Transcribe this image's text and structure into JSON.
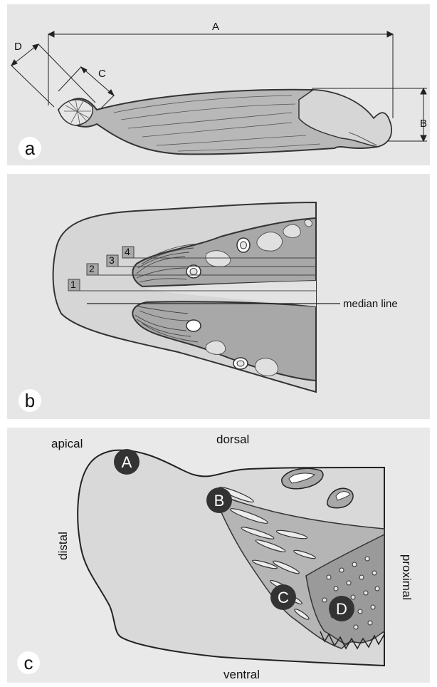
{
  "panel_a": {
    "panel_label": "a",
    "dimension_labels": {
      "A": "A",
      "B": "B",
      "C": "C",
      "D": "D"
    }
  },
  "panel_b": {
    "panel_label": "b",
    "section_labels": [
      "1",
      "2",
      "3",
      "4"
    ],
    "median_line_label": "median line"
  },
  "panel_c": {
    "panel_label": "c",
    "orientation": {
      "top": "dorsal",
      "bottom": "ventral",
      "left": "distal",
      "right": "proximal",
      "corner": "apical"
    },
    "zones": [
      "A",
      "B",
      "C",
      "D"
    ]
  },
  "colors": {
    "panel_background": "#e6e6e6",
    "tissue_light": "#d9d9d9",
    "tissue_mid": "#b5b5b5",
    "tissue_dark": "#9a9a9a",
    "outline": "#333333",
    "zone_marker": "#333333"
  }
}
